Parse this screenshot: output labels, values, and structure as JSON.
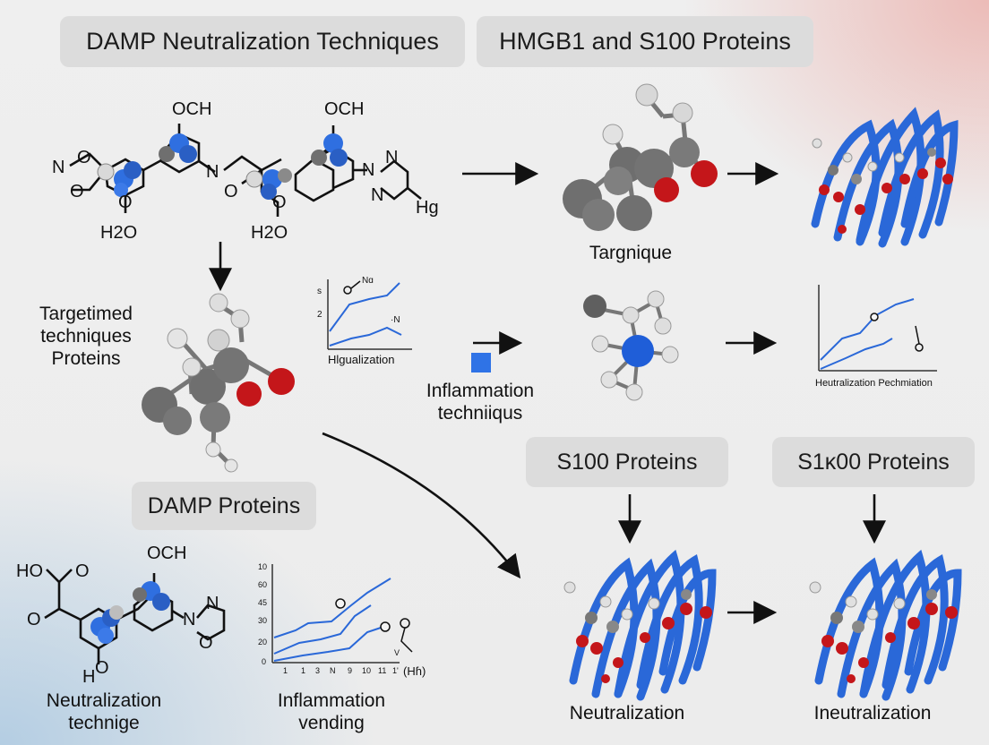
{
  "header": {
    "left_title": "DAMP Neutralization Techniques",
    "right_title": "HMGB1 and S100 Proteins"
  },
  "pills": {
    "damp_proteins": "DAMP Proteins",
    "s100_proteins": "S100 Proteins",
    "s100_proteins_alt": "S1κ00 Proteins"
  },
  "labels": {
    "targetimed": [
      "Targetimed",
      "techniques",
      "Proteins"
    ],
    "targnique": "Targnique",
    "inflammation_techniiqus": [
      "Inflammation",
      "techniiqus"
    ],
    "neutralization_technige": [
      "Neutralization",
      "technige"
    ],
    "inflammation_vending": [
      "Inflammation",
      "vending"
    ],
    "neutralization": "Neutralization",
    "ineutralization": "Ineutralization"
  },
  "chem_text": {
    "och": "OCH",
    "h2o": "H2O",
    "n": "N",
    "o": "O",
    "hg": "Hg",
    "ho": "HO",
    "h": "H"
  },
  "mini_charts": {
    "hlgualization": {
      "xlabel": "Hlgualization",
      "ytick_top": "s",
      "ytick_mid": "2",
      "annot_top": "Nɑ",
      "annot_mid": "·N"
    },
    "neutralization_pechmiation": {
      "xlabel": "Heutralization Pechmiation"
    },
    "inflammation_vending": {
      "yticks": [
        "10",
        "60",
        "45",
        "30",
        "20",
        "0"
      ],
      "xticks": [
        "1",
        "1",
        "3",
        "N",
        "9",
        "10",
        "11",
        "1'"
      ],
      "x_unit": "(Hɦ)",
      "annot": "V"
    }
  },
  "colors": {
    "blue_atom": "#2f6fe0",
    "red_atom": "#d01515",
    "grey_atom": "#6f6f6f",
    "ribbon": "#2a68d8",
    "pill": "#dcdcdc",
    "square": "#2f73e6"
  }
}
